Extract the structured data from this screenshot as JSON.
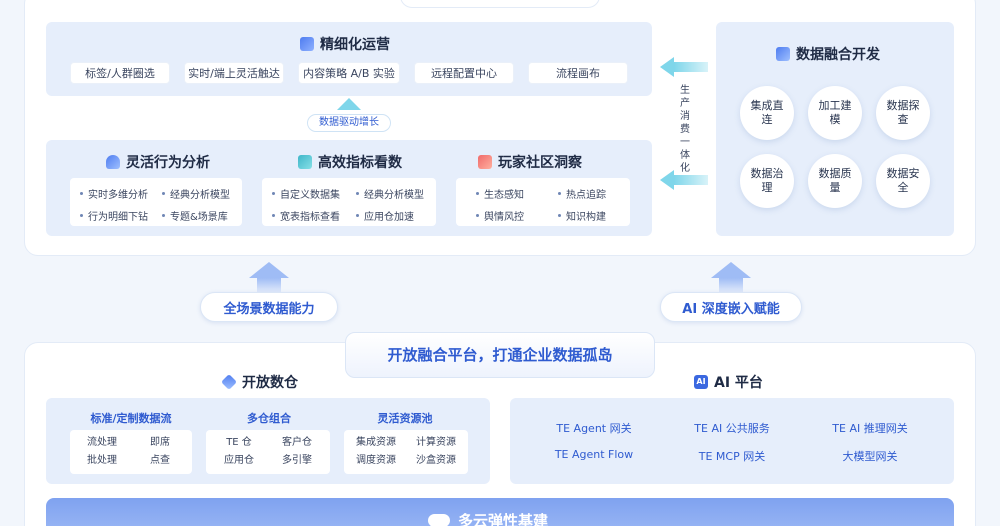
{
  "ops": {
    "title": "精细化运营",
    "chips": [
      "标签/人群圈选",
      "实时/端上灵活触达",
      "内容策略 A/B 实验",
      "远程配置中心",
      "流程画布"
    ],
    "growth_label": "数据驱动增长"
  },
  "analysis": {
    "behavior": {
      "title": "灵活行为分析",
      "items": [
        "实时多维分析",
        "经典分析模型",
        "行为明细下钻",
        "专题&场景库"
      ]
    },
    "metrics": {
      "title": "高效指标看数",
      "items": [
        "自定义数据集",
        "经典分析模型",
        "宽表指标查看",
        "应用仓加速"
      ]
    },
    "community": {
      "title": "玩家社区洞察",
      "items": [
        "生态感知",
        "热点追踪",
        "舆情风控",
        "知识构建"
      ]
    }
  },
  "vertical_label": "生产消费一体化",
  "fusion": {
    "title": "数据融合开发",
    "circles": [
      "集成直连",
      "加工建模",
      "数据探查",
      "数据治理",
      "数据质量",
      "数据安全"
    ]
  },
  "pills": {
    "left": "全场景数据能力",
    "right": "AI 深度嵌入赋能"
  },
  "banner": "开放融合平台，打通企业数据孤岛",
  "warehouse": {
    "title": "开放数仓",
    "groups": [
      {
        "title": "标准/定制数据流",
        "cells": [
          "流处理",
          "即席",
          "批处理",
          "点查"
        ]
      },
      {
        "title": "多仓组合",
        "cells": [
          "TE 仓",
          "客户仓",
          "应用仓",
          "多引擎"
        ]
      },
      {
        "title": "灵活资源池",
        "cells": [
          "集成资源",
          "计算资源",
          "调度资源",
          "沙盒资源"
        ]
      }
    ]
  },
  "ai": {
    "title": "AI 平台",
    "badge": "AI",
    "items": [
      "TE Agent 网关",
      "TE AI 公共服务",
      "TE AI 推理网关",
      "TE Agent Flow",
      "TE MCP 网关",
      "大模型网关"
    ]
  },
  "bottom": {
    "title": "多云弹性基建"
  },
  "colors": {
    "accent": "#2f5bd0",
    "arrow": "#6fd3e8"
  }
}
